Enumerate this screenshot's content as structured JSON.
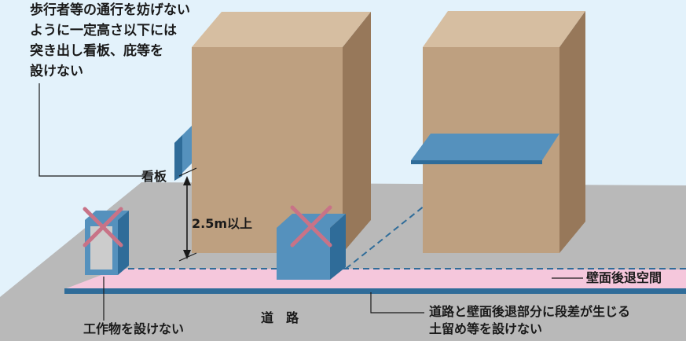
{
  "notes": {
    "main_rule": "歩行者等の通行を妨げない\nように一定高さ以下には\n突き出し看板、庇等を\n設けない",
    "signboard": "看板",
    "height_limit": "2.5m以上",
    "setback_space": "壁面後退空間",
    "road": "道　路",
    "step_rule_line1": "道路と壁面後退部分に段差が生じる",
    "step_rule_line2": "土留め等を設けない",
    "structure_rule": "工作物を設けない"
  },
  "colors": {
    "background": "#e3f2fb",
    "ground": "#b9b9b9",
    "building_front": "#bea080",
    "building_side": "#97785a",
    "building_top": "#d6bea1",
    "setback_zone": "#f5c7dc",
    "curb": "#2f6c99",
    "blue_object": "#5591bd",
    "cross_mark": "#c87387"
  }
}
